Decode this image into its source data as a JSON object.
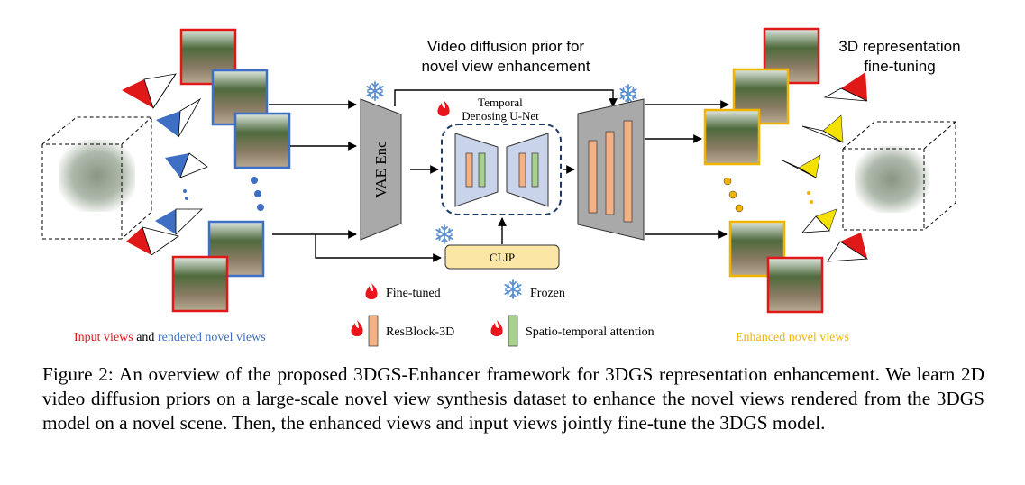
{
  "header": {
    "title_line1": "Video diffusion prior for",
    "title_line2": "novel view enhancement",
    "right_line1": "3D representation",
    "right_line2": "fine-tuning"
  },
  "modules": {
    "vae_enc": "VAE Enc",
    "unet_line1": "Temporal",
    "unet_line2": "Denosing U-Net",
    "clip": "CLIP"
  },
  "legend": {
    "fine_tuned": "Fine-tuned",
    "frozen": "Frozen",
    "resblock": "ResBlock-3D",
    "attention": "Spatio-temporal attention"
  },
  "bottom_labels": {
    "input_part": "Input views",
    "and_part": " and ",
    "rendered_part": "rendered novel views",
    "enhanced": "Enhanced novel views"
  },
  "colors": {
    "input_red": "#e01818",
    "rendered_blue": "#3f6fc4",
    "enhanced_yellow": "#f0b400",
    "module_gray": "#a9a9a9",
    "resblock_orange": "#f4b183",
    "attention_green": "#a9d18e",
    "unet_blue": "#c9d3ea",
    "clip_yellow": "#fce6a6",
    "flame_red": "#e8151d",
    "snow_blue": "#5b8fd0"
  },
  "icons": [
    "camera-frustum-icon",
    "point-cloud-cube-icon",
    "flame-icon",
    "snowflake-icon",
    "ellipsis-dots-icon"
  ],
  "caption": {
    "label": "Figure 2:",
    "text": "An overview of the proposed 3DGS-Enhancer framework for 3DGS representation enhancement. We learn 2D video diffusion priors on a large-scale novel view synthesis dataset to enhance the novel views rendered from the 3DGS model on a novel scene. Then, the enhanced views and input views jointly fine-tune the 3DGS model."
  }
}
